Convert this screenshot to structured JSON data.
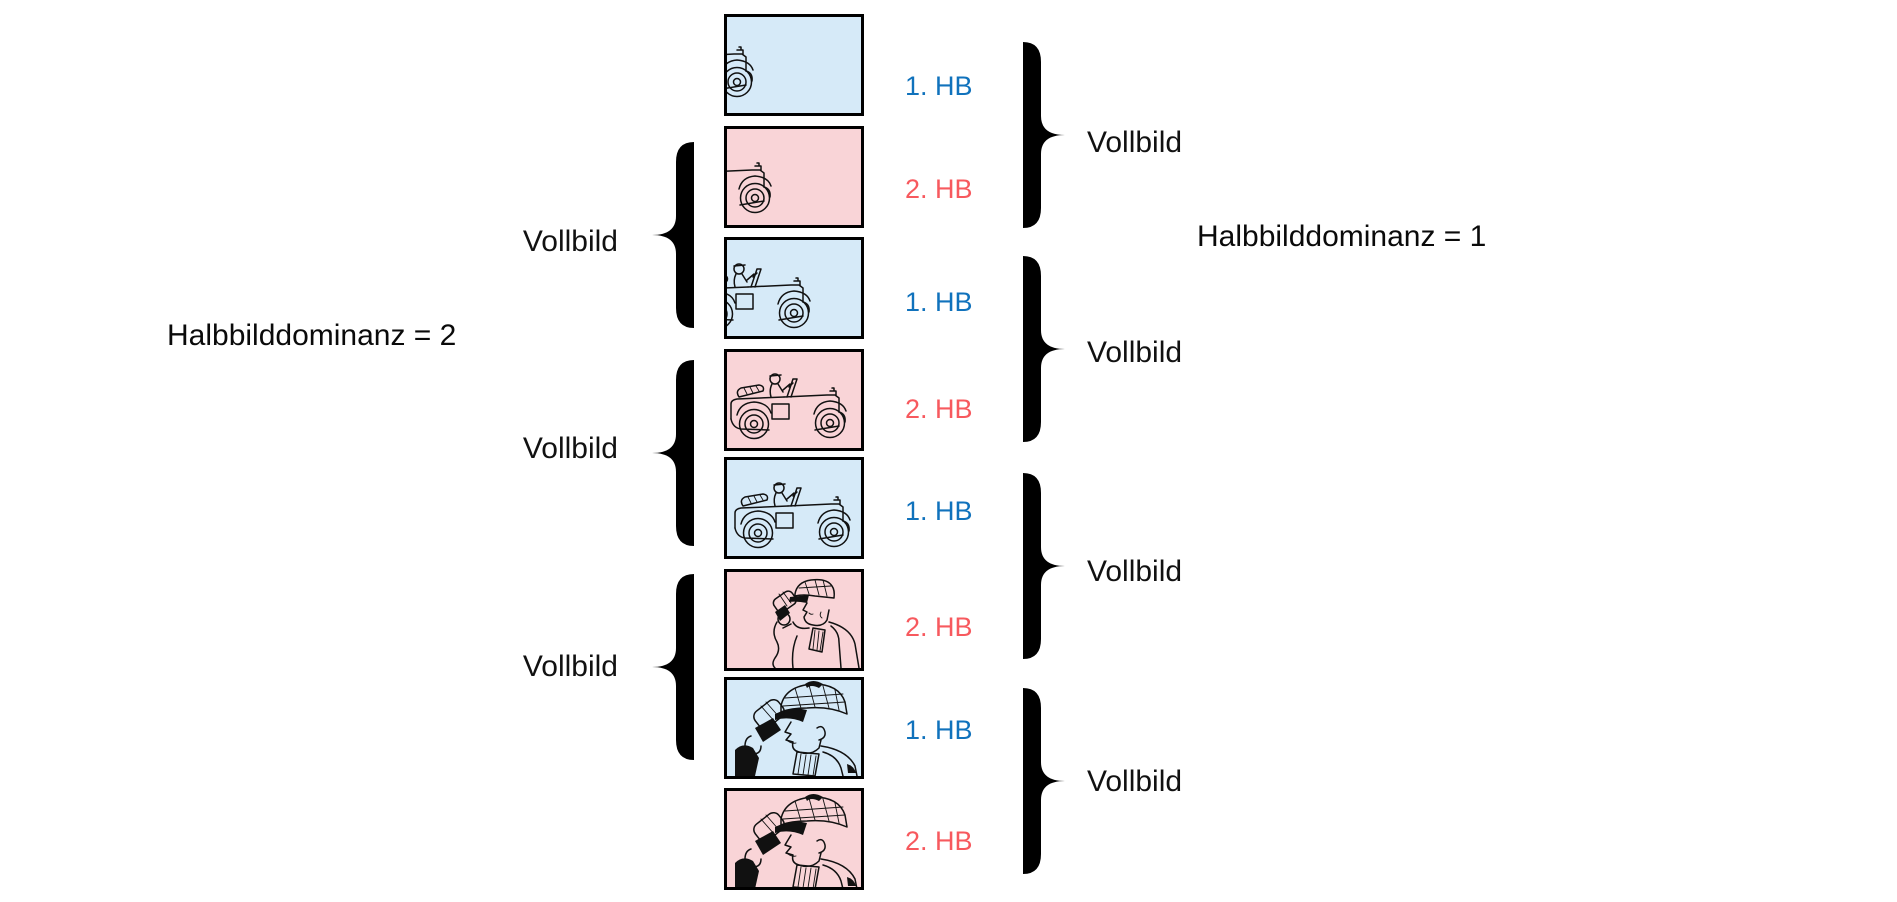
{
  "diagram": {
    "title_left": "Halbbilddominanz = 2",
    "title_right": "Halbbilddominanz = 1",
    "colors": {
      "field1_label_blue": "#1072bc",
      "field2_label_red": "#f7595e",
      "frame_fill_blue": "#d6eaf8",
      "frame_fill_pink": "#f9d4d7",
      "frame_border": "#000000"
    },
    "frames": [
      {
        "n": 1,
        "label": "1. HB",
        "field": "first",
        "fill": "blue",
        "sketch": "car-front-entering-sketch"
      },
      {
        "n": 2,
        "label": "2. HB",
        "field": "second",
        "fill": "pink",
        "sketch": "car-nose-sketch"
      },
      {
        "n": 3,
        "label": "1. HB",
        "field": "first",
        "fill": "blue",
        "sketch": "car-with-driver-sketch"
      },
      {
        "n": 4,
        "label": "2. HB",
        "field": "second",
        "fill": "pink",
        "sketch": "car-full-sketch"
      },
      {
        "n": 5,
        "label": "1. HB",
        "field": "first",
        "fill": "blue",
        "sketch": "car-full-sketch"
      },
      {
        "n": 6,
        "label": "2. HB",
        "field": "second",
        "fill": "pink",
        "sketch": "man-with-microphone-sketch"
      },
      {
        "n": 7,
        "label": "1. HB",
        "field": "first",
        "fill": "blue",
        "sketch": "man-closeup-microphone-sketch"
      },
      {
        "n": 8,
        "label": "2. HB",
        "field": "second",
        "fill": "pink",
        "sketch": "man-closeup-microphone-sketch"
      }
    ],
    "groups_left": [
      {
        "label": "Vollbild",
        "spans_frames": [
          2,
          3
        ]
      },
      {
        "label": "Vollbild",
        "spans_frames": [
          4,
          5
        ]
      },
      {
        "label": "Vollbild",
        "spans_frames": [
          6,
          7
        ]
      }
    ],
    "groups_right": [
      {
        "label": "Vollbild",
        "spans_frames": [
          1,
          2
        ]
      },
      {
        "label": "Vollbild",
        "spans_frames": [
          3,
          4
        ]
      },
      {
        "label": "Vollbild",
        "spans_frames": [
          5,
          6
        ]
      },
      {
        "label": "Vollbild",
        "spans_frames": [
          7,
          8
        ]
      }
    ]
  }
}
